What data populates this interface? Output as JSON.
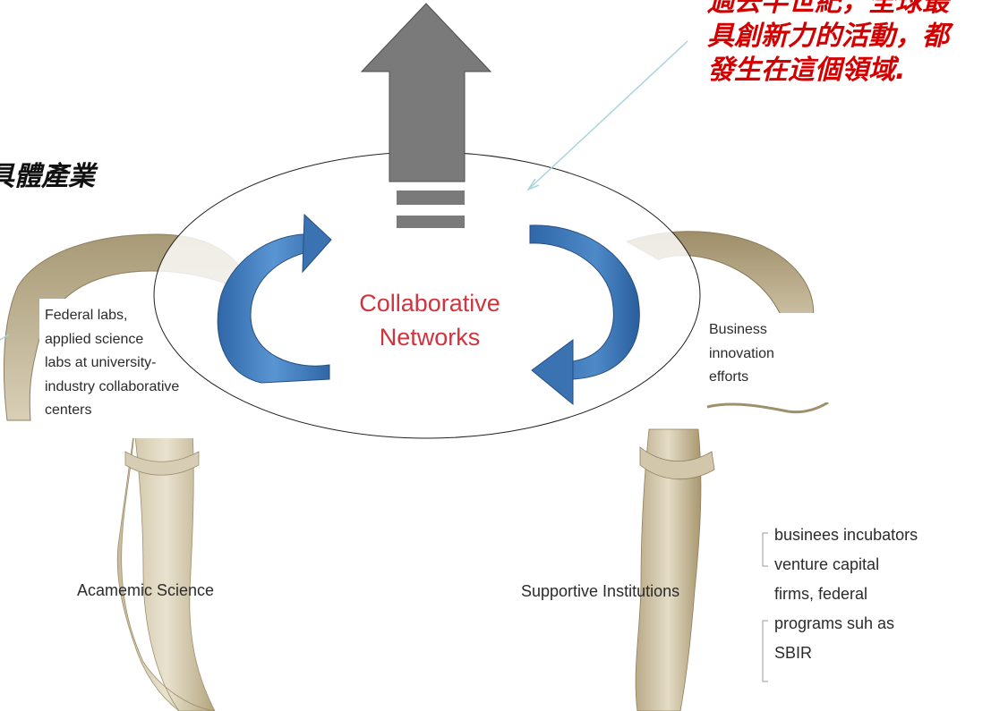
{
  "annotations": {
    "cjk_top_lines": [
      "過去半世紀，全球最",
      "具創新力的活動，都",
      "發生在這個領域."
    ],
    "cjk_left": "具體產業"
  },
  "center": {
    "title_lines": [
      "Collaborative",
      "Networks"
    ]
  },
  "left_mushroom": {
    "label_lines": [
      "Federal labs,",
      "applied science",
      "labs at university-",
      "industry collaborative",
      "centers"
    ],
    "caption": "Acamemic Science"
  },
  "right_mushroom": {
    "label_lines": [
      "Business",
      "innovation",
      "efforts"
    ],
    "caption": "Supportive Institutions",
    "list_lines": [
      "businees incubators",
      "venture capital",
      "firms, federal",
      "programs suh as",
      "SBIR"
    ]
  },
  "colors": {
    "accent_red": "#d40000",
    "title_red": "#d0343e",
    "arrow_blue": "#3f78b5",
    "arrow_gray": "#7a7a7a",
    "mushroom_tan": "#b9a987",
    "pointer_line": "#a9d4dc"
  },
  "icons": [
    "up-arrow-icon",
    "cycle-arrow-left-icon",
    "cycle-arrow-right-icon",
    "mushroom-left",
    "mushroom-right"
  ]
}
